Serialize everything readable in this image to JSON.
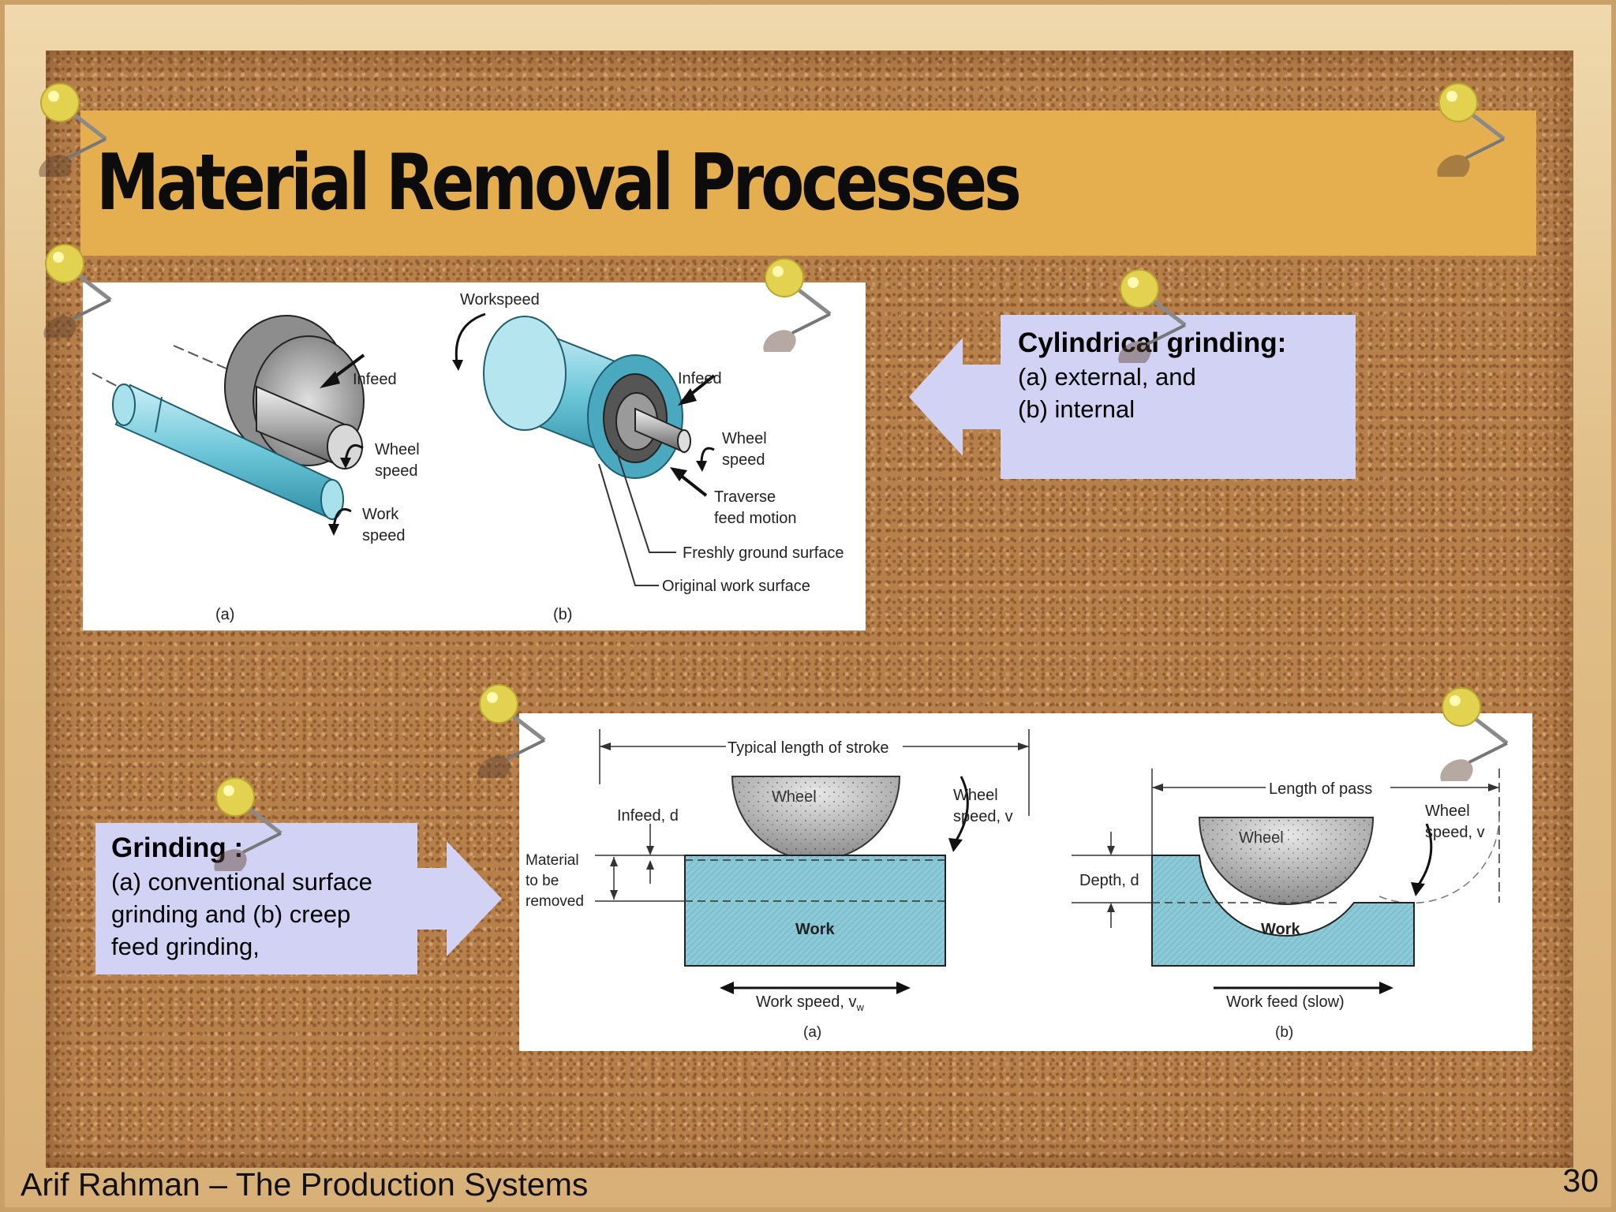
{
  "slide": {
    "title": "Material Removal Processes",
    "footer_text": "Arif Rahman – The Production Systems",
    "page_number": "30"
  },
  "callout_cylindrical": {
    "heading": "Cylindrical grinding:",
    "line1": "(a) external, and",
    "line2": "(b) internal"
  },
  "callout_grinding": {
    "heading": "Grinding :",
    "line1": "(a) conventional surface",
    "line2": "grinding and (b) creep",
    "line3": "feed grinding,"
  },
  "figure_cylindrical": {
    "a": {
      "infeed": "Infeed",
      "wheel_speed_1": "Wheel",
      "wheel_speed_2": "speed",
      "work_speed_1": "Work",
      "work_speed_2": "speed",
      "caption": "(a)"
    },
    "b": {
      "workspeed": "Workspeed",
      "infeed": "Infeed",
      "wheel_speed_1": "Wheel",
      "wheel_speed_2": "speed",
      "traverse_1": "Traverse",
      "traverse_2": "feed motion",
      "fresh": "Freshly ground surface",
      "original": "Original work surface",
      "caption": "(b)"
    }
  },
  "figure_surface": {
    "a": {
      "stroke": "Typical length of stroke",
      "wheel": "Wheel",
      "wheel_speed_1": "Wheel",
      "wheel_speed_2": "speed, v",
      "infeed": "Infeed, d",
      "material_1": "Material",
      "material_2": "to be",
      "material_3": "removed",
      "work": "Work",
      "work_speed": "Work speed, v",
      "work_speed_sub": "w",
      "caption": "(a)"
    },
    "b": {
      "pass": "Length of pass",
      "wheel": "Wheel",
      "wheel_speed_1": "Wheel",
      "wheel_speed_2": "speed, v",
      "depth": "Depth, d",
      "work": "Work",
      "work_feed": "Work feed (slow)",
      "caption": "(b)"
    }
  },
  "colors": {
    "title_band": "#e5ae4e",
    "callout": "#d2d2f5",
    "work_blue": "#8ccad8",
    "pin_head": "#e3d250"
  }
}
